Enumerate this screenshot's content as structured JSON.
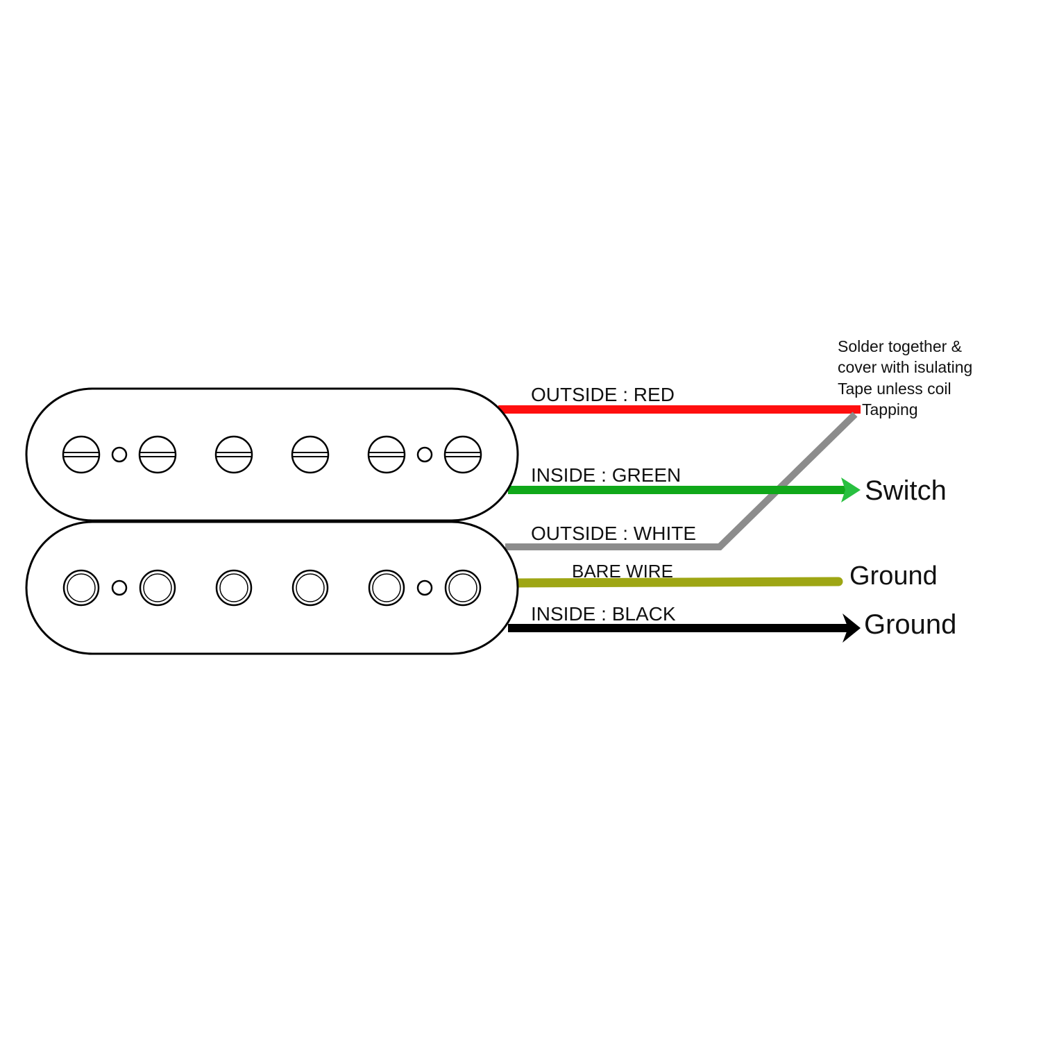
{
  "colors": {
    "red": "#ff0f0f",
    "green": "#10a81a",
    "green_arrow": "#28c040",
    "white_wire": "#8c8c8c",
    "bare": "#9ea614",
    "black": "#000000",
    "outline": "#000000"
  },
  "wires": [
    {
      "id": "red",
      "label": "OUTSIDE : RED",
      "color": "#ff0f0f"
    },
    {
      "id": "green",
      "label": "INSIDE : GREEN",
      "color": "#10a81a"
    },
    {
      "id": "white",
      "label": "OUTSIDE : WHITE",
      "color": "#8c8c8c"
    },
    {
      "id": "bare",
      "label": "BARE WIRE",
      "color": "#9ea614"
    },
    {
      "id": "black",
      "label": "INSIDE : BLACK",
      "color": "#000000"
    }
  ],
  "destinations": {
    "switch": "Switch",
    "ground_bare": "Ground",
    "ground_black": "Ground"
  },
  "note": {
    "lines": [
      "Solder together &",
      "cover with isulating",
      "Tape unless coil",
      "Tapping"
    ]
  },
  "icons": {
    "top_coil_poles": "slotted-screw-icon",
    "bottom_coil_poles": "slug-pole-icon",
    "coil_mount": "mount-hole-icon"
  }
}
